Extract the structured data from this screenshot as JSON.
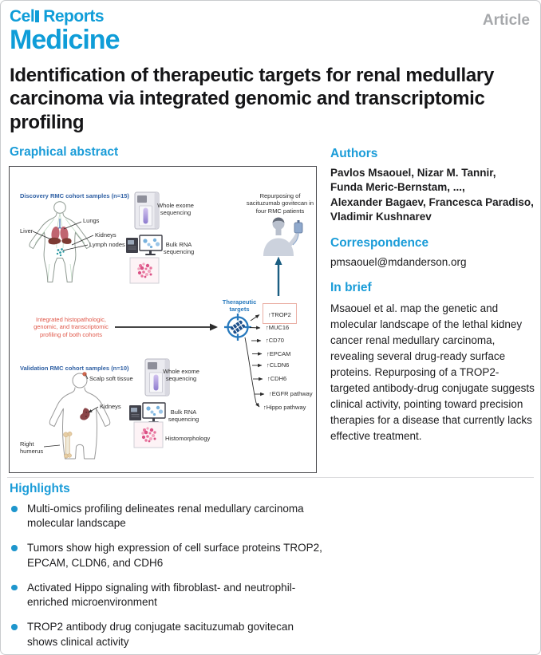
{
  "header": {
    "cell_prefix": "Cel",
    "reports": "Reports",
    "medicine": "Medicine",
    "article_label": "Article"
  },
  "title": {
    "text": "Identification of therapeutic targets for renal medullary carcinoma via integrated genomic and transcriptomic profiling"
  },
  "ga": {
    "heading": "Graphical abstract",
    "discovery": {
      "label": "Discovery RMC cohort samples (n=15)",
      "sites": {
        "lungs": "Lungs",
        "liver": "Liver",
        "kidneys": "Kidneys",
        "lymph_nodes": "Lymph nodes"
      }
    },
    "validation": {
      "label": "Validation RMC cohort samples (n=10)",
      "sites": {
        "scalp": "Scalp soft tissue",
        "kidneys": "Kidneys",
        "humerus": "Right humerus"
      }
    },
    "methods": {
      "wes": "Whole exome sequencing",
      "rna": "Bulk RNA sequencing",
      "histo": "Histomorphology"
    },
    "integrated_note": "Integrated histopathologic, genomic, and transcriptomic profiling of both cohorts",
    "therapeutic_targets_label": "Therapeutic targets",
    "targets": [
      "↑TROP2",
      "↑MUC16",
      "↑CD70",
      "↑EPCAM",
      "↑CLDN6",
      "↑CDH6",
      "↑EGFR pathway",
      "↑Hippo pathway"
    ],
    "repurposing_note": "Repurposing of sacituzumab govitecan in four RMC patients"
  },
  "authors": {
    "heading": "Authors",
    "names": "Pavlos Msaouel, Nizar M. Tannir,\nFunda Meric-Bernstam, ...,\nAlexander Bagaev, Francesca Paradiso,\nVladimir Kushnarev"
  },
  "correspondence": {
    "heading": "Correspondence",
    "email": "pmsaouel@mdanderson.org"
  },
  "in_brief": {
    "heading": "In brief",
    "text": "Msaouel et al. map the genetic and molecular landscape of the lethal kidney cancer renal medullary carcinoma, revealing several drug-ready surface proteins. Repurposing of a TROP2-targeted antibody-drug conjugate suggests clinical activity, pointing toward precision therapies for a disease that currently lacks effective treatment."
  },
  "highlights": {
    "heading": "Highlights",
    "items": [
      "Multi-omics profiling delineates renal medullary carcinoma molecular landscape",
      "Tumors show high expression of cell surface proteins TROP2, EPCAM, CLDN6, and CDH6",
      "Activated Hippo signaling with fibroblast- and neutrophil-enriched microenvironment",
      "TROP2 antibody drug conjugate sacituzumab govitecan shows clinical activity"
    ]
  },
  "colors": {
    "accent_cyan": "#0f9dd8",
    "heading_cyan": "#1a9cd8",
    "cohort_blue": "#2e5fa3",
    "target_blue": "#2779bd",
    "note_red": "#e0584a",
    "arrow_teal": "#1b5e82",
    "trop2_box_border": "#eaafa5"
  }
}
